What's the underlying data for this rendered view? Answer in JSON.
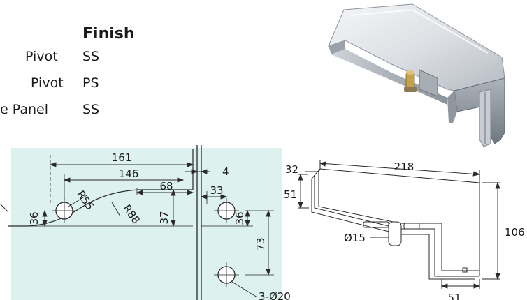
{
  "finish_table": {
    "header": "Finish",
    "rows": [
      {
        "label": "Pivot",
        "finish": "SS"
      },
      {
        "label": "Pivot",
        "finish": "PS"
      },
      {
        "label": "e Panel",
        "finish": "SS"
      }
    ]
  },
  "colors": {
    "panel_fill": "#ddf1ee",
    "line": "#2a2a2a",
    "metal_light": "#e9ebee",
    "metal_mid": "#c3c8cf",
    "metal_dark": "#7c838c"
  },
  "glass_cutout": {
    "dims": [
      "161",
      "146",
      "4",
      "68",
      "33",
      "36",
      "R55",
      "R88",
      "37",
      "36",
      "73",
      "3-Ø20"
    ]
  },
  "fitting": {
    "dims": [
      "32",
      "218",
      "51",
      "106",
      "Ø15",
      "51"
    ]
  }
}
